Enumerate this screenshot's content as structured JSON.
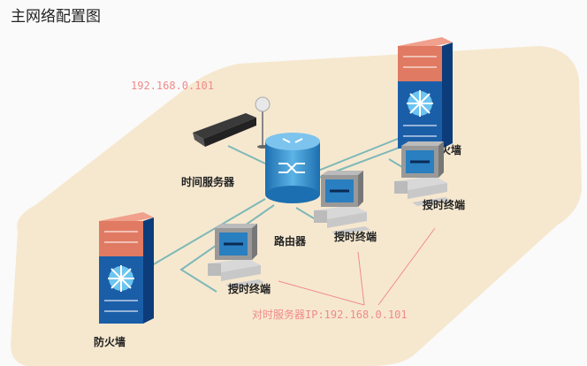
{
  "title": "主网络配置图",
  "time_server": {
    "ip": "192.168.0.101",
    "label": "时间服务器"
  },
  "router": {
    "label": "路由器"
  },
  "firewalls": [
    {
      "label": "防火墙"
    },
    {
      "label": "防火墙"
    }
  ],
  "terminals": [
    {
      "label": "授时终端"
    },
    {
      "label": "授时终端"
    },
    {
      "label": "授时终端"
    }
  ],
  "annotation": "对时服务器IP:192.168.0.101",
  "colors": {
    "floor": "#f6e8cf",
    "network_line": "#7fb8b8",
    "annotation": "#f08a8a",
    "device_blue": "#1a6fb4",
    "firewall_red": "#e07a62"
  }
}
